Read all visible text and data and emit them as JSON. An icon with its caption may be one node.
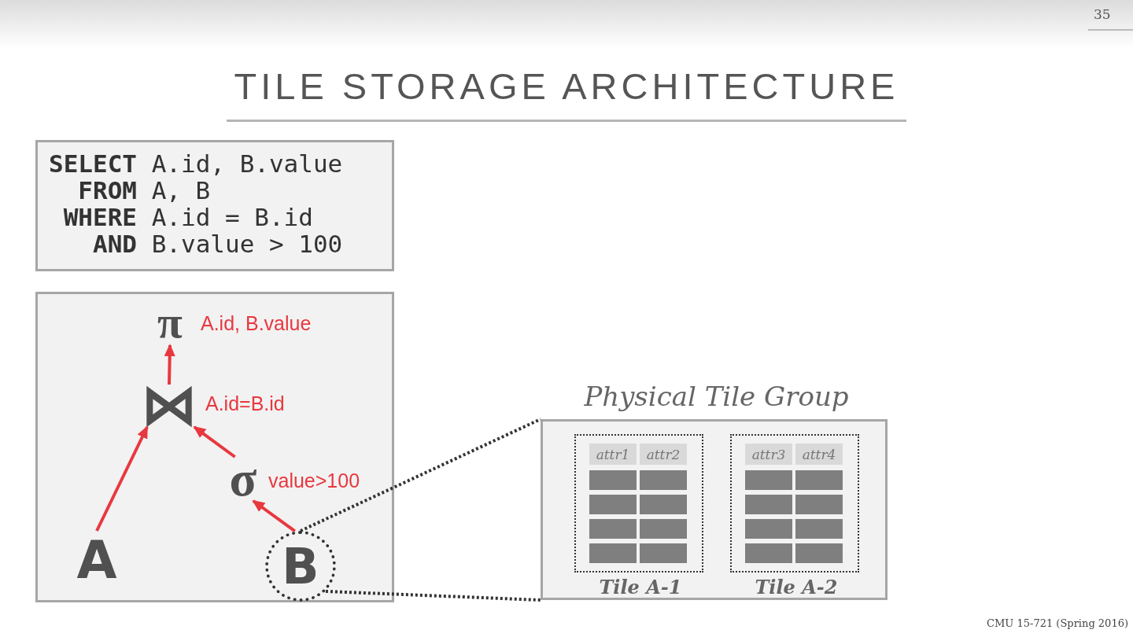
{
  "diagram": {
    "title": "TILE STORAGE ARCHITECTURE",
    "nodes": [
      {
        "text": [
          "**SELECT** A.id, B.value",
          "**FROM** A, B",
          "**WHERE** A.id = B.id",
          "**AND** B.value > 100"
        ]
      },
      {
        "text": [],
        "shape": "box"
      },
      {
        "text": [
          "π"
        ],
        "beside": [
          "A.id, B.value"
        ],
        "in": 1
      },
      {
        "text": [
          "⋈"
        ],
        "beside": [
          "A.id=B.id"
        ],
        "in": 1
      },
      {
        "text": [
          "σ"
        ],
        "beside": [
          "value>100"
        ],
        "in": 1
      },
      {
        "text": [
          "A"
        ],
        "in": 1
      },
      {
        "text": [
          "B"
        ],
        "in": 1
      },
      {
        "text": [
          "Physical Tile Group"
        ]
      },
      {
        "text": [
          "attr1",
          "attr2",
          "Tile A-1"
        ],
        "in": 7
      },
      {
        "text": [
          "attr3",
          "attr4",
          "Tile A-2"
        ],
        "in": 7
      }
    ],
    "edges": [
      {
        "from": 3,
        "to": 2,
        "arrow": "to"
      },
      {
        "from": 5,
        "to": 3,
        "arrow": "to"
      },
      {
        "from": 4,
        "to": 3,
        "arrow": "to"
      },
      {
        "from": 6,
        "to": 4,
        "arrow": "to"
      },
      {
        "from": 6,
        "to": 7,
        "arrow": "none",
        "style": "dashed",
        "color": "#333333"
      },
      {
        "from": 6,
        "to": 7,
        "arrow": "none",
        "style": "dashed",
        "color": "#333333"
      }
    ],
    "labels": [
      "35",
      "CMU 15-721 (Spring 2016)"
    ]
  }
}
